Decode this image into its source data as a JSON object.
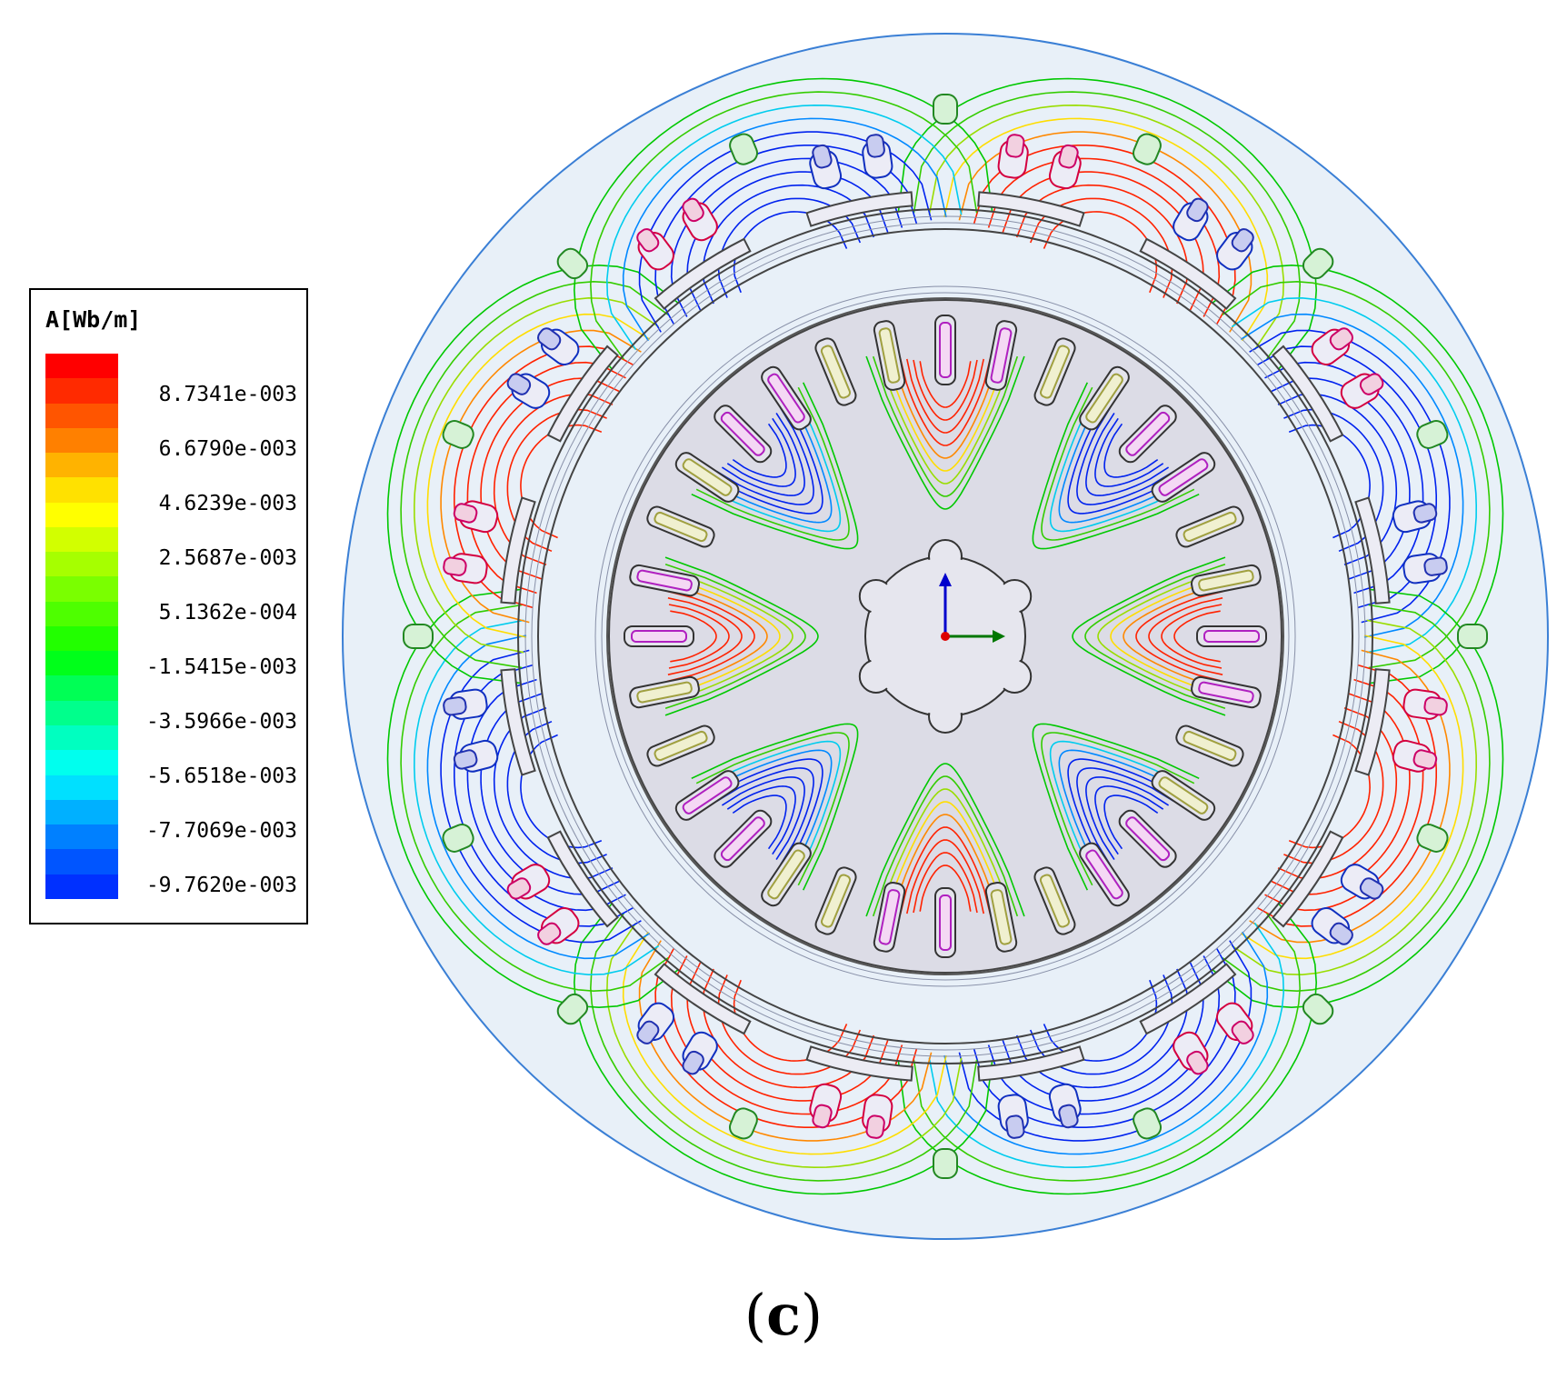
{
  "legend": {
    "title": "A[Wb/m]",
    "ticks": [
      "8.7341e-003",
      "6.6790e-003",
      "4.6239e-003",
      "2.5687e-003",
      "5.1362e-004",
      "-1.5415e-003",
      "-3.5966e-003",
      "-5.6518e-003",
      "-7.7069e-003",
      "-9.7620e-003"
    ],
    "colors": [
      "#ff0000",
      "#ff2a00",
      "#ff5500",
      "#ff8000",
      "#ffb300",
      "#ffe100",
      "#ffff00",
      "#d2ff00",
      "#a6ff00",
      "#7aff00",
      "#4eff00",
      "#22ff00",
      "#00ff1a",
      "#00ff55",
      "#00ff8c",
      "#00ffc0",
      "#00ffee",
      "#00e0ff",
      "#00b0ff",
      "#0080ff",
      "#0055ff",
      "#0030ff"
    ]
  },
  "caption": {
    "open": "(",
    "letter": "c",
    "close": ")"
  },
  "palette": {
    "outer_boundary": "#3a7fd5",
    "stator_fill": "#e8f0f8",
    "rotor_fill": "#dcdce6",
    "shaft_fill": "#e6e6ee",
    "contour_colors": [
      "#00c800",
      "#33cc00",
      "#99dd00",
      "#ffdd00",
      "#ff8800",
      "#ff2200",
      "#00ccee",
      "#0088ff",
      "#0022ee"
    ]
  }
}
